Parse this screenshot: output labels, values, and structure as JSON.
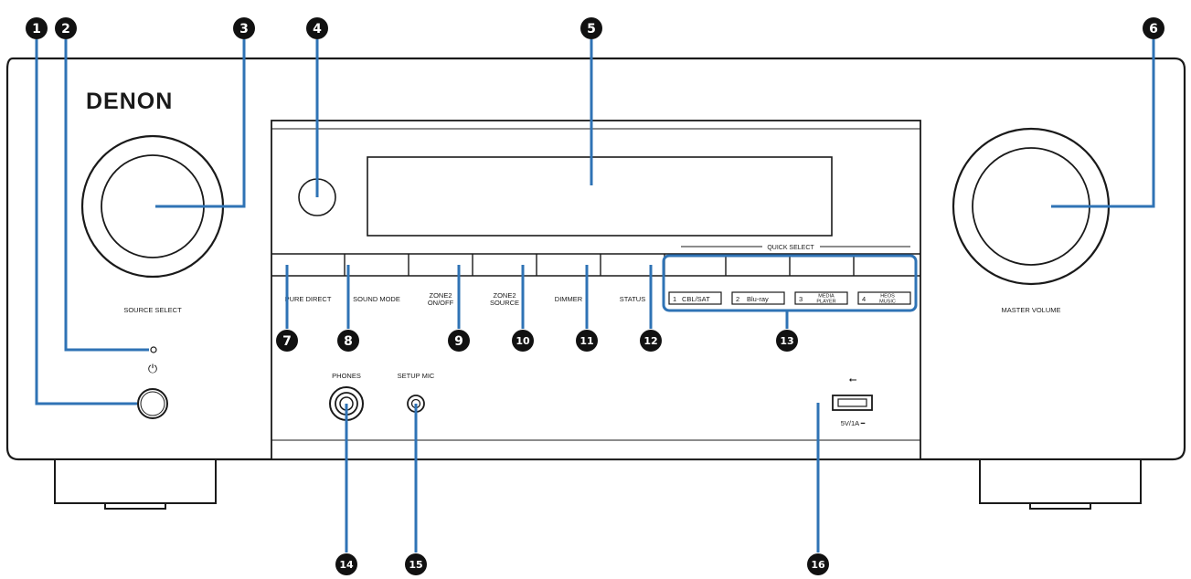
{
  "device": {
    "brand": "DENON",
    "source_select_label": "SOURCE SELECT",
    "master_volume_label": "MASTER VOLUME",
    "power_symbol": "⏻",
    "usb_symbol": "⭠",
    "usb_rating": "5V/1A ━"
  },
  "buttons": [
    {
      "label_1": "PURE DIRECT",
      "label_2": ""
    },
    {
      "label_1": "SOUND MODE",
      "label_2": ""
    },
    {
      "label_1": "ZONE2",
      "label_2": "ON/OFF"
    },
    {
      "label_1": "ZONE2",
      "label_2": "SOURCE"
    },
    {
      "label_1": "DIMMER",
      "label_2": ""
    },
    {
      "label_1": "STATUS",
      "label_2": ""
    }
  ],
  "quick_select": {
    "title": "QUICK SELECT",
    "items": [
      {
        "num": "1",
        "label_1": "CBL/SAT",
        "label_2": ""
      },
      {
        "num": "2",
        "label_1": "Blu-ray",
        "label_2": ""
      },
      {
        "num": "3",
        "label_1": "MEDIA",
        "label_2": "PLAYER"
      },
      {
        "num": "4",
        "label_1": "HEOS",
        "label_2": "MUSIC"
      }
    ]
  },
  "jacks": {
    "phones_label": "PHONES",
    "setup_mic_label": "SETUP MIC"
  },
  "callouts": [
    "1",
    "2",
    "3",
    "4",
    "5",
    "6",
    "7",
    "8",
    "9",
    "10",
    "11",
    "12",
    "13",
    "14",
    "15",
    "16"
  ],
  "colors": {
    "callout_line": "#2f73b5",
    "callout_badge": "#111111",
    "outline": "#1a1a1a"
  }
}
